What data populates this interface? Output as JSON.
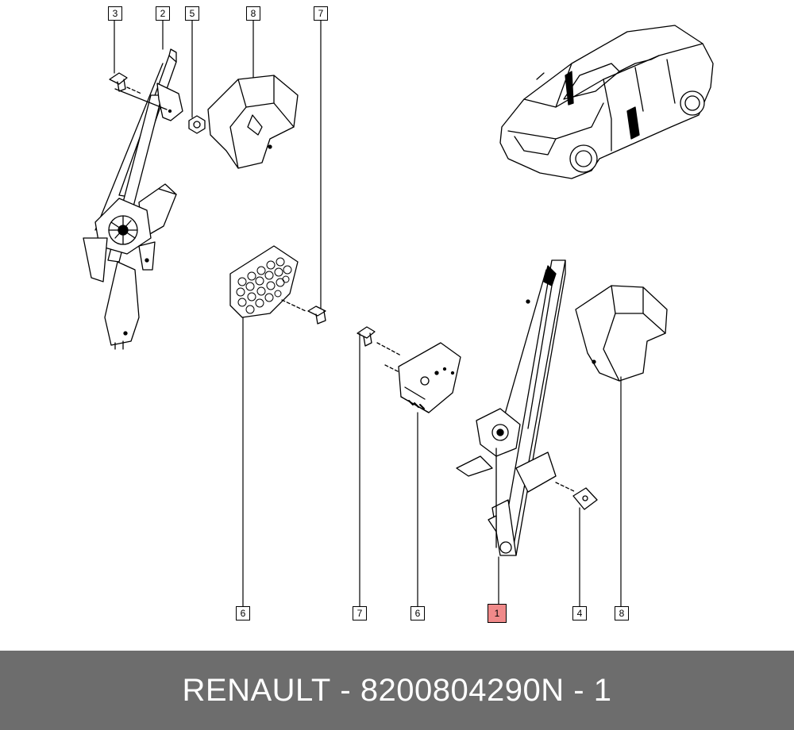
{
  "callouts": {
    "c_3": "3",
    "c_2": "2",
    "c_5": "5",
    "c_8_top": "8",
    "c_7_top": "7",
    "c_6_left": "6",
    "c_7_bottom": "7",
    "c_6_mid": "6",
    "c_1": "1",
    "c_4": "4",
    "c_8_bottom": "8"
  },
  "highlight_color": "#f08a8a",
  "footer": {
    "brand": "RENAULT",
    "part_number": "8200804290",
    "position": "N - 1"
  }
}
